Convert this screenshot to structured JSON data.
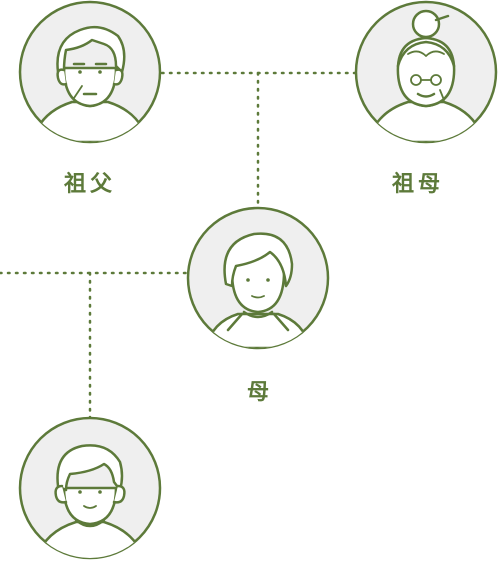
{
  "colors": {
    "stroke": "#5d7a3a",
    "fill": "#efefef",
    "line": "#5d7a3a",
    "label": "#5d7a3a"
  },
  "nodes": {
    "grandfather": {
      "label": "祖父",
      "icon": "grandfather-avatar-icon"
    },
    "grandmother": {
      "label": "祖母",
      "icon": "grandmother-avatar-icon"
    },
    "mother": {
      "label": "母",
      "icon": "mother-avatar-icon"
    },
    "child": {
      "icon": "child-avatar-icon"
    }
  }
}
